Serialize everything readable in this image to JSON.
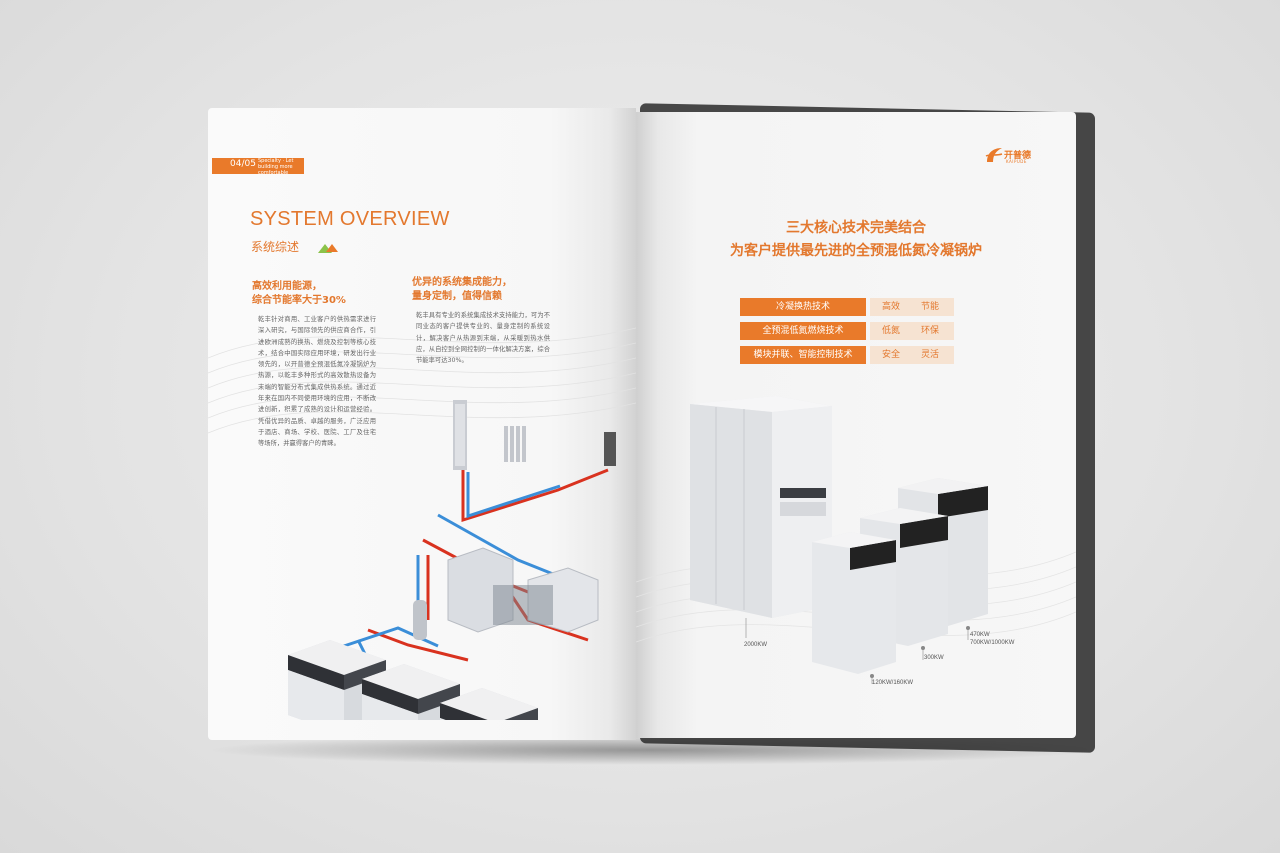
{
  "left_page": {
    "tag": {
      "number": "04/05",
      "text": "Specialty · Let building more comfortable"
    },
    "title_en": "SYSTEM OVERVIEW",
    "title_cn": "系统综述",
    "col1": {
      "heading_line1": "高效利用能源，",
      "heading_line2": "综合节能率大于30%",
      "body": "乾丰针对商用、工业客户的供热需求进行深入研究，与国际领先的供应商合作，引进欧洲成熟的换热、燃烧及控制等核心技术，结合中国实际应用环境，研发出行业领先的，以开普德全预混低氮冷凝锅炉为热源，以乾丰多种形式的高效散热设备为末端的智能分布式集成供热系统。通过近年来在国内不同使用环境的应用，不断改进创新，积累了成熟的设计和运营经验。凭借优异的品质、卓越的服务，广泛应用于酒店、商场、学校、医院、工厂及住宅等场所，并赢得客户的青睐。"
    },
    "col2": {
      "heading_line1": "优异的系统集成能力，",
      "heading_line2": "量身定制，值得信赖",
      "body": "乾丰具有专业的系统集成技术支持能力，可为不同业态的客户提供专业的、量身定制的系统设计，解决客户从热源到末端，从采暖到热水供应，从自控到全网控制的一体化解决方案，综合节能率可达30%。"
    }
  },
  "right_page": {
    "logo": {
      "name": "开普德",
      "sub": "KAIPUDE"
    },
    "title1": "三大核心技术完美结合",
    "title2": "为客户提供最先进的全预混低氮冷凝锅炉",
    "features": [
      {
        "tech": "冷凝换热技术",
        "k1": "高效",
        "k2": "节能"
      },
      {
        "tech": "全预混低氮燃烧技术",
        "k1": "低氮",
        "k2": "环保"
      },
      {
        "tech": "模块并联、智能控制技术",
        "k1": "安全",
        "k2": "灵活"
      }
    ],
    "captions": {
      "c2000": "2000KW",
      "c120": "120KW/160KW",
      "c300": "300KW",
      "c470": "470KW",
      "c700": "700KW/1000KW"
    }
  },
  "colors": {
    "accent": "#e97a2a",
    "accent_light": "#f6e3d2",
    "green": "#8bc34a"
  }
}
